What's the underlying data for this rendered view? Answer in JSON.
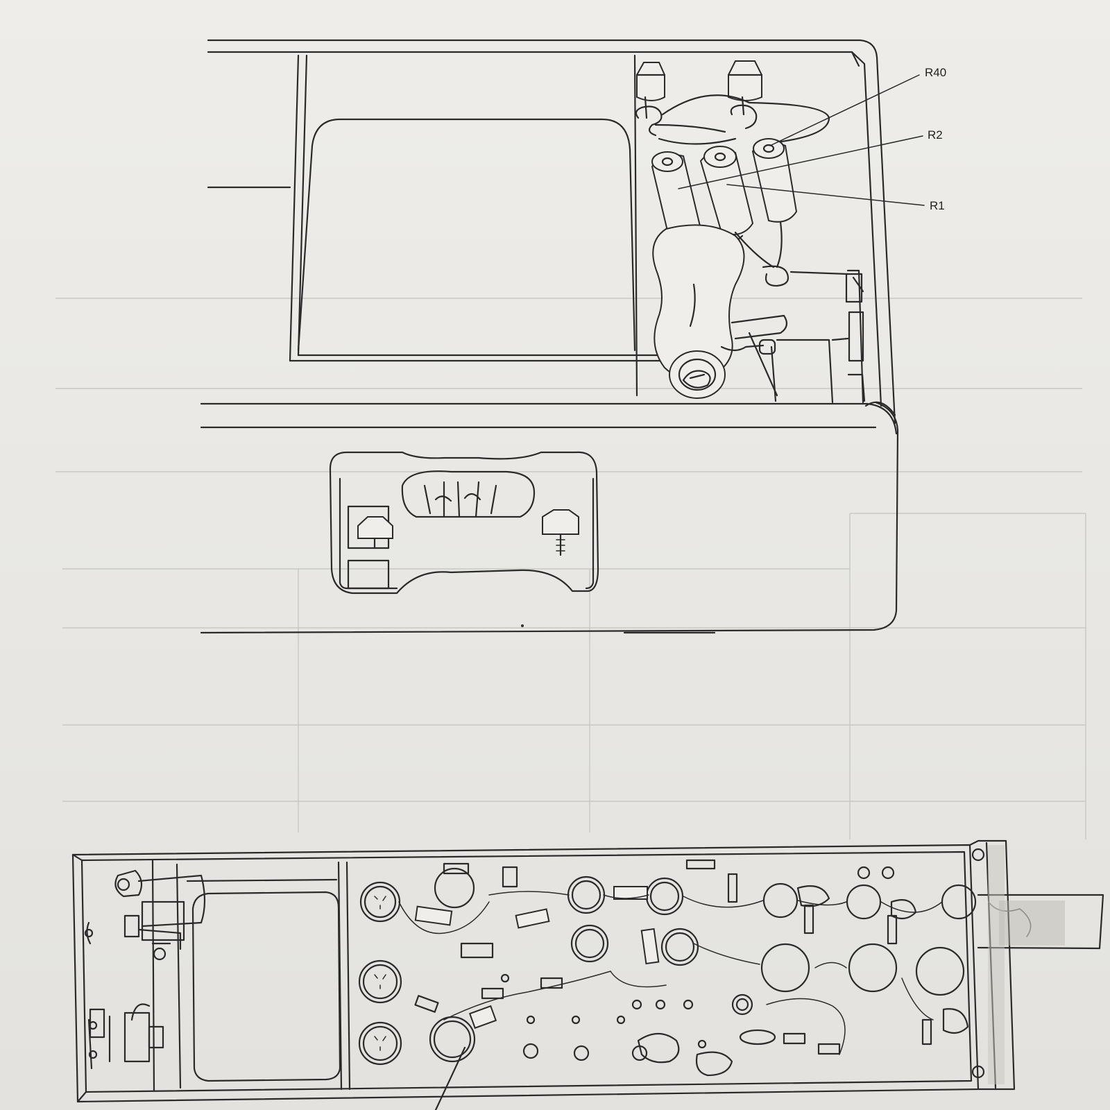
{
  "figure": {
    "callouts": [
      {
        "id": "R40",
        "label": "R40"
      },
      {
        "id": "R2",
        "label": "R2"
      },
      {
        "id": "R1",
        "label": "R1"
      }
    ]
  }
}
